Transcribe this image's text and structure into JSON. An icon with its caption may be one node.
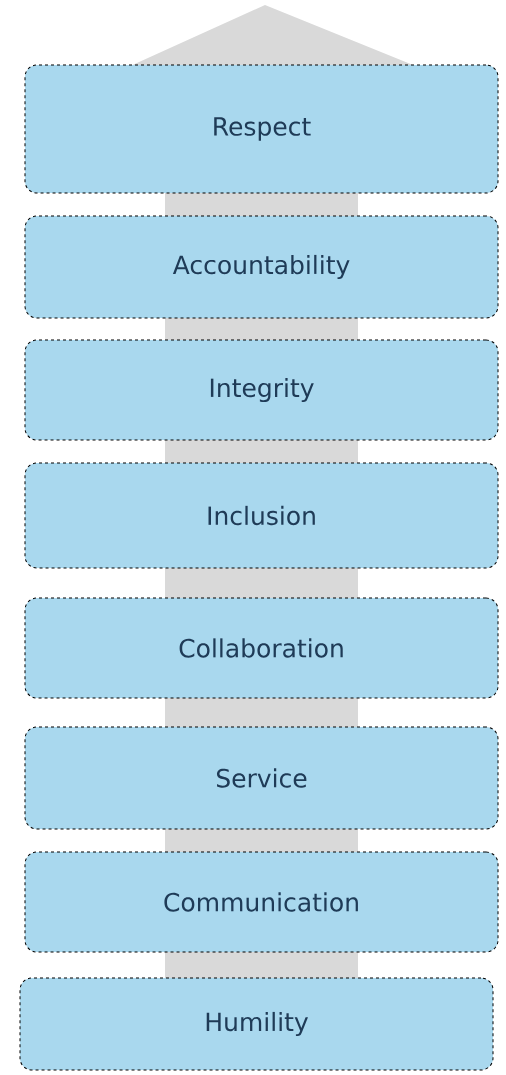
{
  "diagram": {
    "nodes": [
      {
        "text": [
          "Respect"
        ]
      },
      {
        "text": [
          "Accountability"
        ]
      },
      {
        "text": [
          "Integrity"
        ]
      },
      {
        "text": [
          "Inclusion"
        ]
      },
      {
        "text": [
          "Collaboration"
        ]
      },
      {
        "text": [
          "Service"
        ]
      },
      {
        "text": [
          "Communication"
        ]
      },
      {
        "text": [
          "Humility"
        ]
      }
    ]
  }
}
